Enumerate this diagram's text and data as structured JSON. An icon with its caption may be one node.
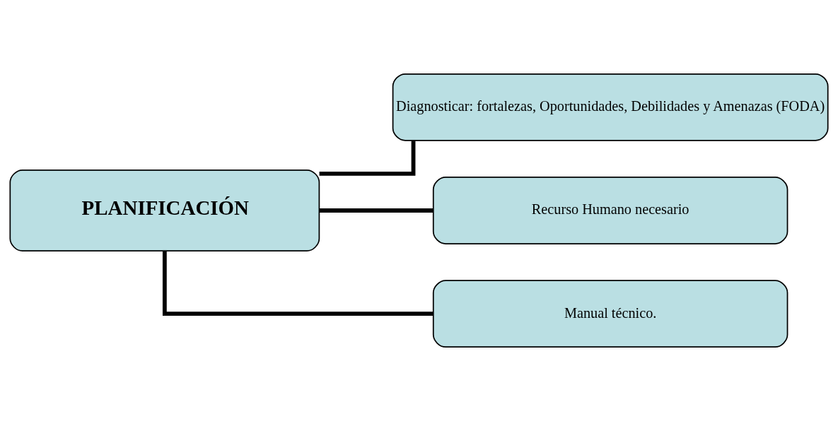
{
  "diagram": {
    "nodes": [
      {
        "text": [
          "PLANIFICACIÓN"
        ]
      },
      {
        "text": [
          "Diagnosticar: fortalezas, Oportunidades, Debilidades y Amenazas (FODA)"
        ]
      },
      {
        "text": [
          "Recurso Humano necesario"
        ]
      },
      {
        "text": [
          "Manual técnico."
        ]
      }
    ],
    "edges": [
      {
        "from": 0,
        "to": 1,
        "arrow": "none"
      },
      {
        "from": 0,
        "to": 2,
        "arrow": "none"
      },
      {
        "from": 0,
        "to": 3,
        "arrow": "none"
      }
    ]
  }
}
